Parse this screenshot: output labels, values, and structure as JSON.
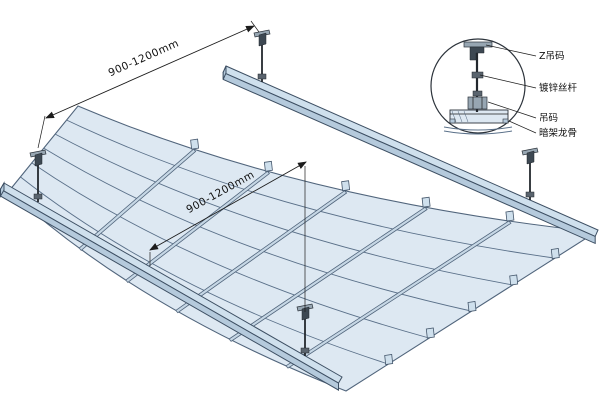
{
  "colors": {
    "background": "#ffffff",
    "panel_fill": "#dde8f2",
    "panel_stroke": "#51657c",
    "carrier_fill": "#cfe0ed",
    "carrier_side": "#b5cadc",
    "metal_dark": "#3d4852",
    "metal_flange": "#97a6b2",
    "line": "#1c1c1c"
  },
  "dimensions": {
    "hanger_spacing_1": "900-1200mm",
    "hanger_spacing_2": "900-1200mm"
  },
  "callout": {
    "labels": [
      "Z吊码",
      "镀锌丝杆",
      "吊码",
      "暗架龙骨"
    ]
  }
}
